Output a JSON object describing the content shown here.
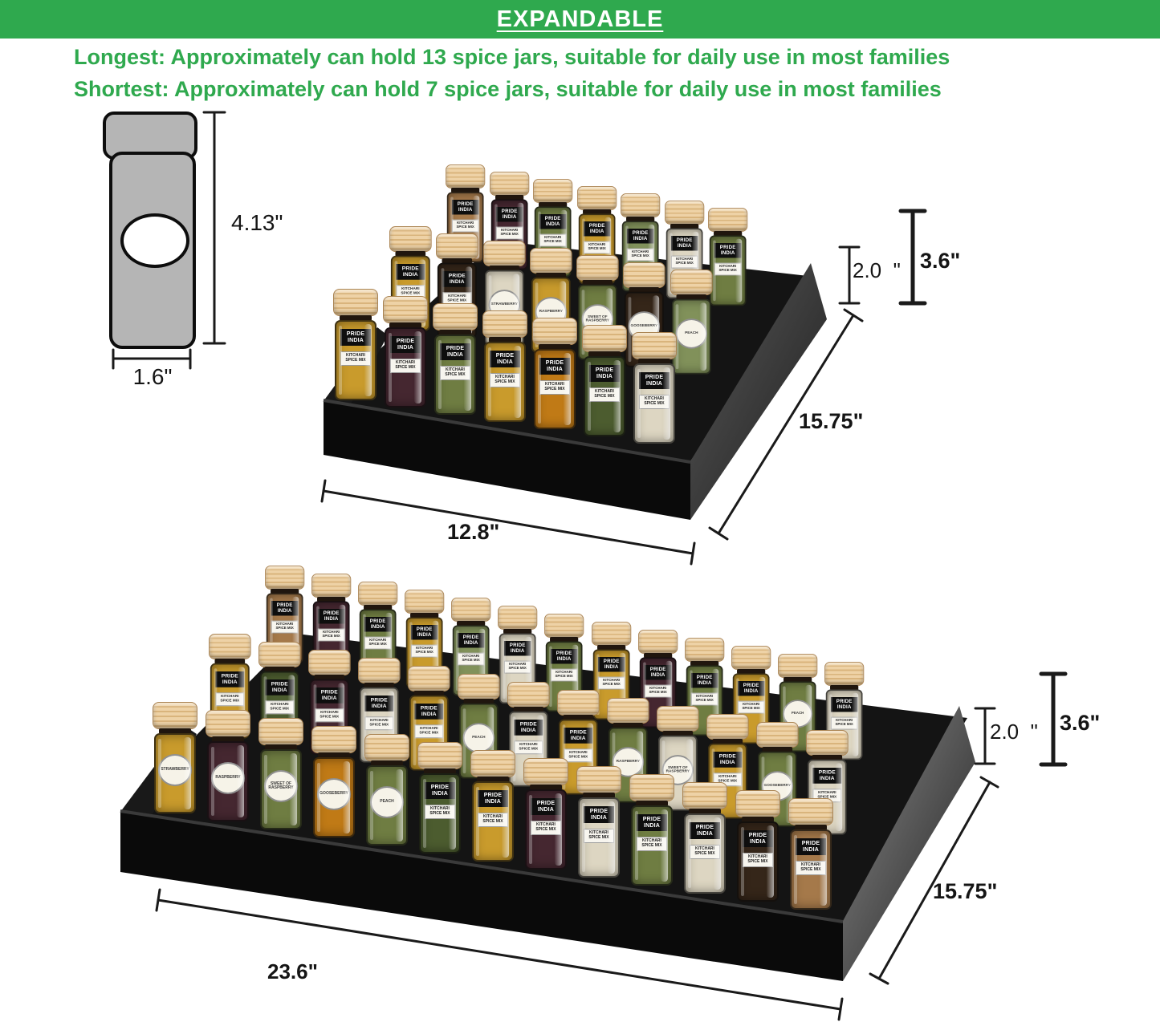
{
  "banner": {
    "title": "EXPANDABLE"
  },
  "subtitle": {
    "line1": "Longest: Approximately can hold 13 spice jars, suitable for daily use in most families",
    "line2": "Shortest: Approximately can hold 7 spice jars, suitable for daily use in most families"
  },
  "colors": {
    "accent_green": "#2fa94e",
    "banner_text": "#ffffff",
    "tray_black": "#0a0a0a",
    "cap_tan": "#e9c795",
    "dimension_line": "#1a1a1a"
  },
  "jar_diagram": {
    "height_label": "4.13\"",
    "width_label": "1.6\""
  },
  "jar_labels": {
    "brand": "PRIDE INDIA",
    "product": "KITCHARI SPICE MIX"
  },
  "palette": [
    "#c99b2c",
    "#452730",
    "#6f7d42",
    "#ddd6c2",
    "#c07a16",
    "#81915a",
    "#352619",
    "#a5794a",
    "#4c5c2f"
  ],
  "small_tray": {
    "name": "shortest tray (7 jars per row)",
    "jar_capacity_per_row": 7,
    "dims": {
      "inner_height": "2.0  \"",
      "total_height": "3.6\"",
      "depth": "15.75\"",
      "width": "12.8\""
    },
    "rows": [
      {
        "jars": [
          7,
          1,
          2,
          0,
          5,
          3,
          2
        ],
        "ovals": {}
      },
      {
        "jars": [
          0,
          6,
          3,
          0,
          2,
          6,
          5
        ],
        "ovals": {
          "2": "STRAWBERRY",
          "3": "RASPBERRY",
          "4": "SWEET OF RASPBERRY",
          "5": "GOOSEBERRY",
          "6": "PEACH"
        }
      },
      {
        "jars": [
          0,
          1,
          2,
          0,
          4,
          8,
          3
        ],
        "ovals": {}
      }
    ]
  },
  "large_tray": {
    "name": "longest tray (13 jars per row)",
    "jar_capacity_per_row": 13,
    "dims": {
      "inner_height": "2.0  \"",
      "total_height": "3.6\"",
      "depth": "15.75\"",
      "width": "23.6\""
    },
    "rows": [
      {
        "jars": [
          7,
          1,
          2,
          0,
          5,
          3,
          2,
          0,
          1,
          2,
          0,
          2,
          3
        ],
        "ovals": {
          "11": "PEACH"
        }
      },
      {
        "jars": [
          0,
          8,
          1,
          3,
          0,
          2,
          3,
          0,
          2,
          3,
          0,
          2,
          3
        ],
        "ovals": {
          "5": "PEACH",
          "8": "RASPBERRY",
          "9": "SWEET OF RASPBERRY",
          "11": "GOOSEBERRY"
        }
      },
      {
        "jars": [
          0,
          1,
          2,
          4,
          2,
          8,
          0,
          1,
          3,
          2,
          3,
          6,
          7
        ],
        "ovals": {
          "0": "STRAWBERRY",
          "1": "RASPBERRY",
          "2": "SWEET OF RASPBERRY",
          "3": "GOOSEBERRY",
          "4": "PEACH"
        }
      }
    ]
  }
}
